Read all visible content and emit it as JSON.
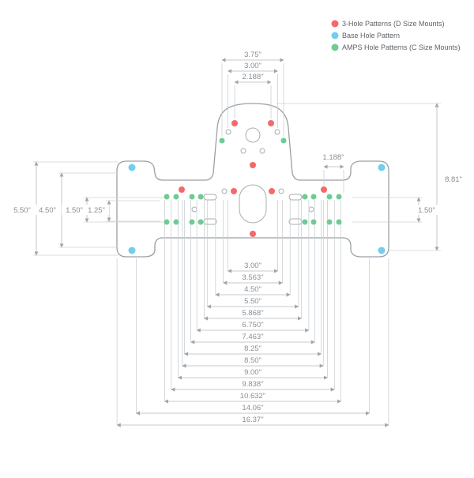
{
  "legend": {
    "items": [
      {
        "label": "3-Hole Patterns (D Size Mounts)",
        "color": "#f4696b"
      },
      {
        "label": "Base Hole Pattern",
        "color": "#74cdec"
      },
      {
        "label": "AMPS Hole Patterns (C Size Mounts)",
        "color": "#6fcb92"
      }
    ]
  },
  "dimensions": {
    "top": [
      "3.75\"",
      "3.00\"",
      "2.188\""
    ],
    "upper_right": "1.188\"",
    "left": [
      "5.50\"",
      "4.50\"",
      "1.50\"",
      "1.25\""
    ],
    "right": [
      "8.81\"",
      "1.50\""
    ],
    "bottom": [
      "3.00\"",
      "3.563\"",
      "4.50\"",
      "5.50\"",
      "5.868\"",
      "6.750\"",
      "7.463\"",
      "8.25\"",
      "8.50\"",
      "9.00\"",
      "9.838\"",
      "10.632\"",
      "14.06\"",
      "16.37\""
    ]
  }
}
